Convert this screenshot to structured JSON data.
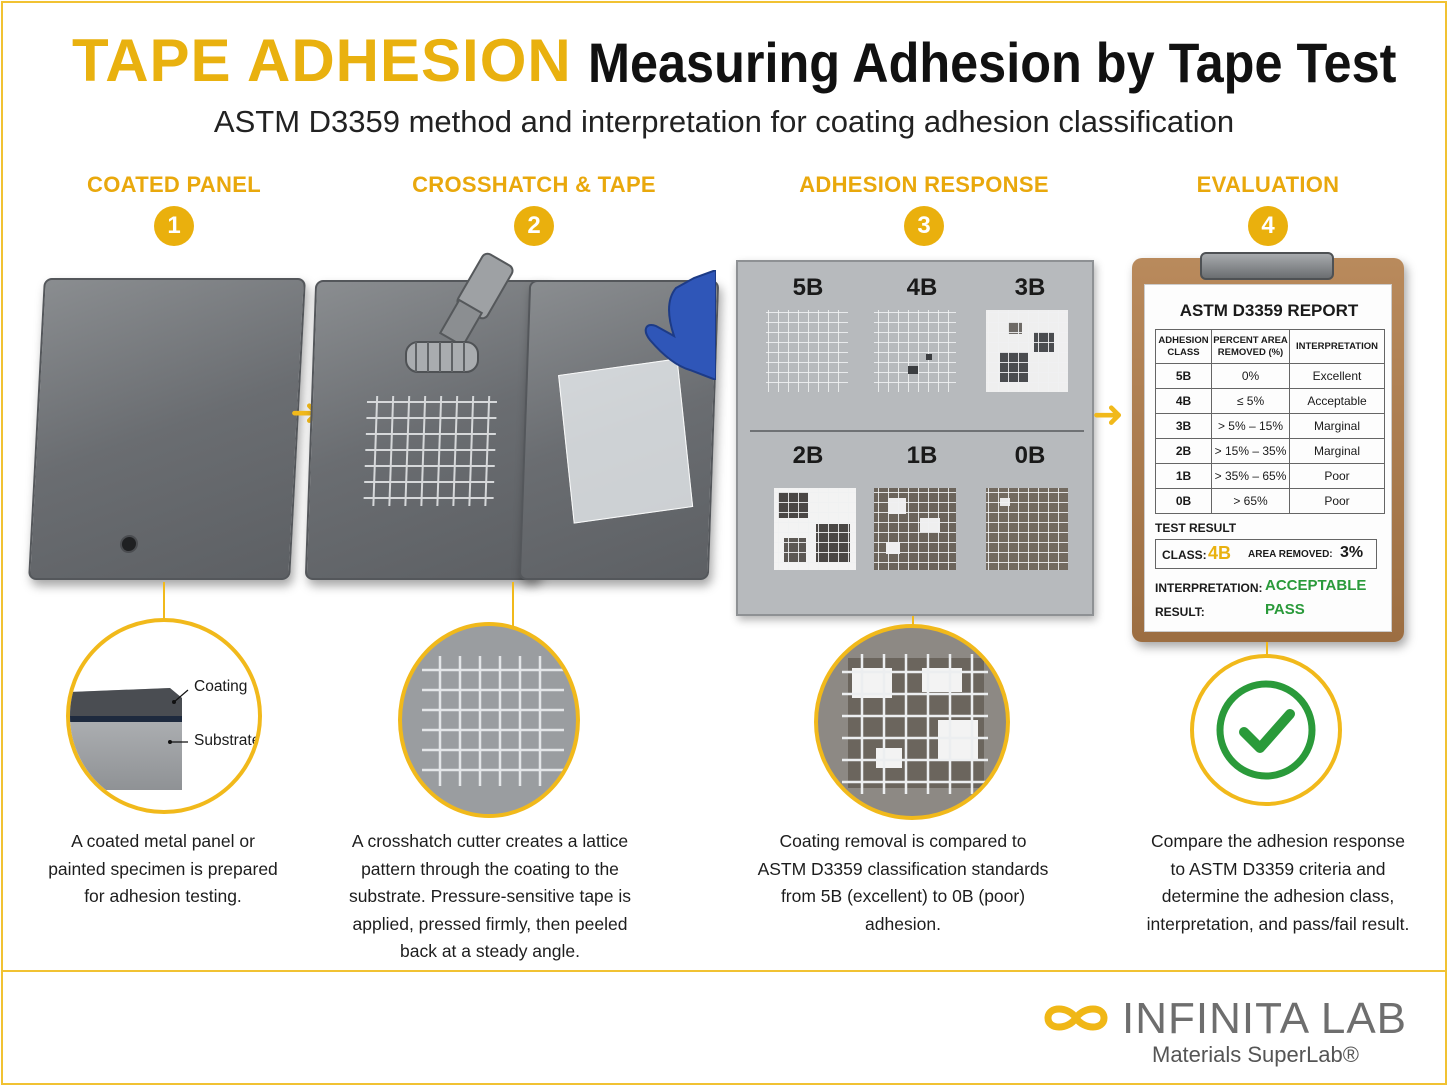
{
  "header": {
    "title_accent": "TAPE ADHESION",
    "title_main": "Measuring Adhesion by Tape Test",
    "subtitle": "ASTM D3359 method and interpretation for coating adhesion classification"
  },
  "steps": [
    {
      "number": "1",
      "heading": "COATED PANEL",
      "description": [
        "A coated metal panel or",
        "painted specimen is prepared",
        "for adhesion testing."
      ]
    },
    {
      "number": "2",
      "heading": "CROSSHATCH & TAPE",
      "description": [
        "A crosshatch cutter creates a lattice",
        "pattern through the coating to the",
        "substrate. Pressure-sensitive tape is",
        "applied, pressed firmly, then peeled",
        "back at a steady angle."
      ]
    },
    {
      "number": "3",
      "heading": "ADHESION RESPONSE",
      "description": [
        "Coating removal is compared to",
        "ASTM D3359 classification standards",
        "from 5B (excellent) to 0B (poor)",
        "adhesion."
      ]
    },
    {
      "number": "4",
      "heading": "EVALUATION",
      "description": [
        "Compare the adhesion response",
        "to ASTM D3359 criteria and",
        "determine the adhesion class,",
        "interpretation, and pass/fail result."
      ]
    }
  ],
  "cross_section": {
    "coating_label": "Coating",
    "substrate_label": "Substrate"
  },
  "classes": [
    "5B",
    "4B",
    "3B",
    "2B",
    "1B",
    "0B"
  ],
  "report": {
    "title": "ASTM D3359 REPORT",
    "columns": [
      "ADHESION CLASS",
      "PERCENT AREA REMOVED (%)",
      "INTERPRETATION"
    ],
    "rows": [
      [
        "5B",
        "0%",
        "Excellent"
      ],
      [
        "4B",
        "≤ 5%",
        "Acceptable"
      ],
      [
        "3B",
        "> 5% – 15%",
        "Marginal"
      ],
      [
        "2B",
        "> 15% – 35%",
        "Marginal"
      ],
      [
        "1B",
        "> 35% – 65%",
        "Poor"
      ],
      [
        "0B",
        "> 65%",
        "Poor"
      ]
    ],
    "test_result_label": "TEST RESULT",
    "class_label": "CLASS:",
    "class_value": "4B",
    "area_label": "AREA REMOVED:",
    "area_value": "3%",
    "interpretation_label": "INTERPRETATION:",
    "interpretation_value": "ACCEPTABLE",
    "result_label": "RESULT:",
    "result_value": "PASS"
  },
  "logo": {
    "name": "INFINITA LAB",
    "tagline": "Materials SuperLab®"
  },
  "colors": {
    "accent": "#e9b10f",
    "pass_green": "#2a9a3a",
    "border": "#f1c232"
  }
}
